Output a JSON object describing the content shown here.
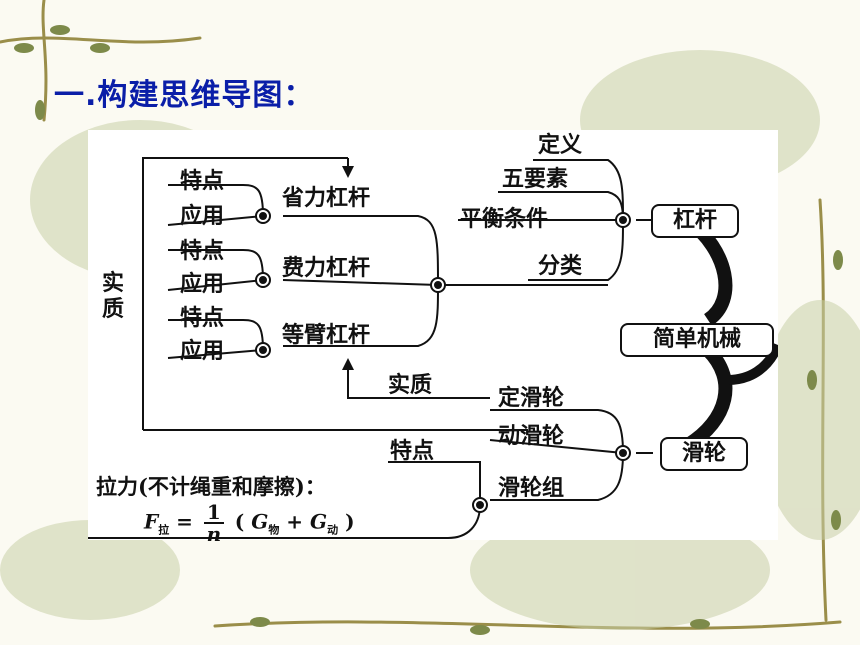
{
  "heading": "一.构建思维导图：",
  "colors": {
    "heading": "#0a1ea8",
    "frame": "#9a8e4a",
    "leaf": "#c9cfa8"
  },
  "mind_map": {
    "root": "简单机械",
    "lever": {
      "title": "杠杆",
      "items": [
        "定义",
        "五要素",
        "平衡条件",
        "分类"
      ],
      "types": [
        {
          "name": "省力杠杆",
          "feature": "特点",
          "application": "应用"
        },
        {
          "name": "费力杠杆",
          "feature": "特点",
          "application": "应用"
        },
        {
          "name": "等臂杠杆",
          "feature": "特点",
          "application": "应用"
        }
      ]
    },
    "pulley": {
      "title": "滑轮",
      "items": [
        "定滑轮",
        "动滑轮",
        "滑轮组"
      ],
      "essence_label": "实质",
      "group_feature": "特点",
      "force_text": "拉力(不计绳重和摩擦)：",
      "formula": {
        "lhs": "F",
        "lhs_sub": "拉",
        "num": "1",
        "den": "n",
        "open": "(",
        "g1": "G",
        "g1_sub": "物",
        "plus": "+",
        "g2": "G",
        "g2_sub": "动",
        "close": ")"
      }
    },
    "essence_side_label": "实质"
  }
}
